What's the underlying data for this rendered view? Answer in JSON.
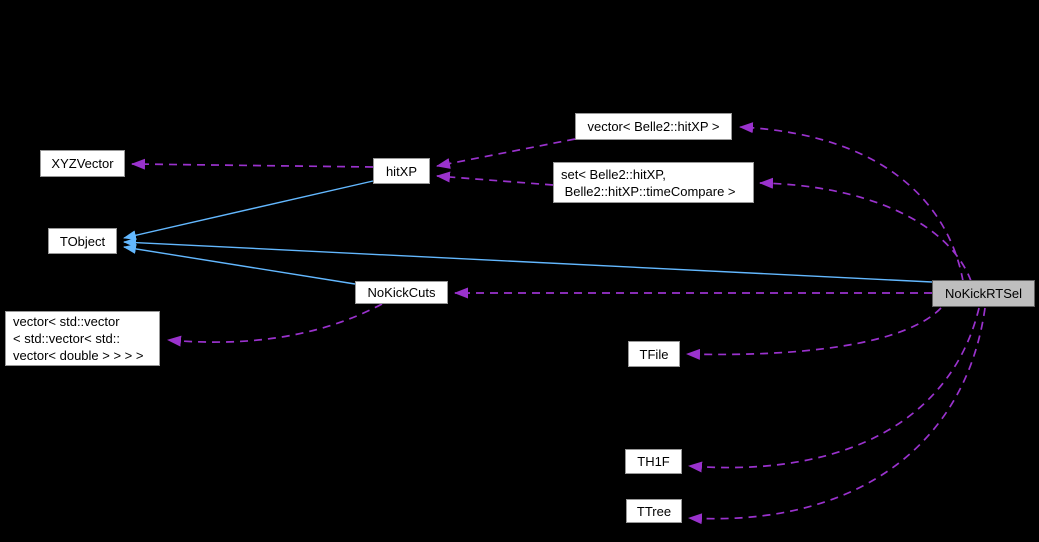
{
  "diagram": {
    "kind": "doxygen-collaboration-graph",
    "background_color": "#000000",
    "inheritance_edge_color": "#63b8ff",
    "usage_edge_color": "#9a32cd",
    "main_node_fill": "#bebebe",
    "node_fill": "#ffffff",
    "nodes": {
      "xyzvector": {
        "label": "XYZVector"
      },
      "tobject": {
        "label": "TObject"
      },
      "hitxp": {
        "label": "hitXP"
      },
      "vector_hitxp": {
        "label": "vector< Belle2::hitXP >"
      },
      "set_hitxp": {
        "label": "set< Belle2::hitXP,\n Belle2::hitXP::timeCompare >"
      },
      "nokickcuts": {
        "label": "NoKickCuts"
      },
      "vector_double": {
        "label": "vector< std::vector\n< std::vector< std::\nvector< double > > > >"
      },
      "tfile": {
        "label": "TFile"
      },
      "th1f": {
        "label": "TH1F"
      },
      "ttree": {
        "label": "TTree"
      },
      "nokickrtsel": {
        "label": "NoKickRTSel"
      }
    }
  }
}
